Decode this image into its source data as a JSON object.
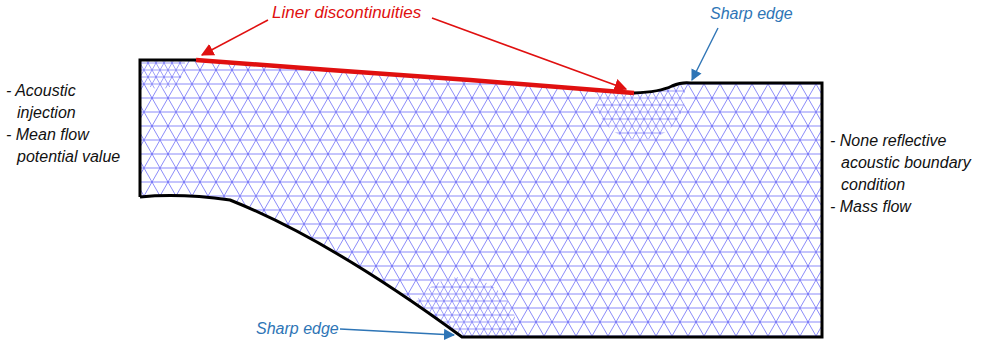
{
  "diagram": {
    "labels": [
      "Liner discontinuities",
      "Sharp edge",
      "Sharp edge",
      "- Acoustic injection",
      "- Mean flow potential value",
      "- None reflective acoustic boundary condition",
      "- Mass flow"
    ]
  }
}
